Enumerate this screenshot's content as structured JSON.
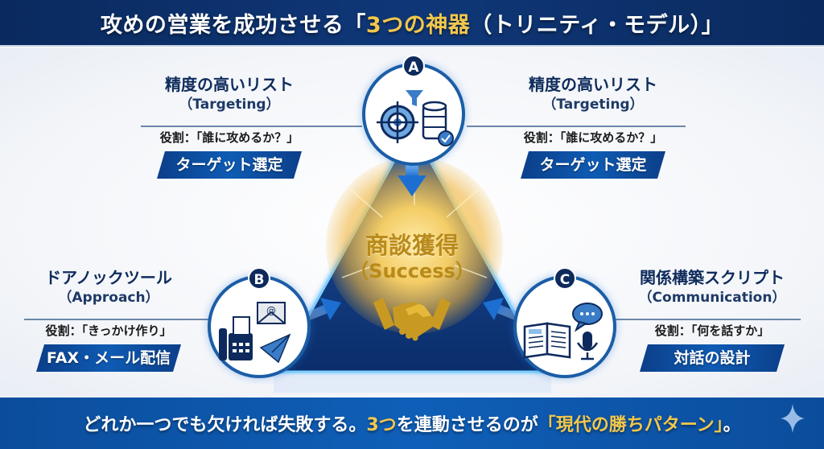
{
  "header": {
    "title_prefix": "攻めの営業を成功させる「",
    "title_highlight": "3つの神器",
    "title_suffix": "（トリニティ・モデル）」"
  },
  "center": {
    "title": "商談獲得",
    "subtitle": "（Success）",
    "icon": "handshake-icon",
    "glow_color": "#f3c84b"
  },
  "nodes": [
    {
      "badge": "A",
      "icons": [
        "target-icon",
        "filter-icon",
        "database-check-icon"
      ]
    },
    {
      "badge": "B",
      "icons": [
        "fax-icon",
        "email-icon",
        "paper-plane-icon"
      ]
    },
    {
      "badge": "C",
      "icons": [
        "book-icon",
        "chat-bubble-icon",
        "microphone-icon"
      ]
    }
  ],
  "blocks": {
    "top_left": {
      "title": "精度の高いリスト",
      "subtitle": "（Targeting）",
      "role": "役割：「誰に攻めるか？」",
      "badge": "ターゲット選定"
    },
    "top_right": {
      "title": "精度の高いリスト",
      "subtitle": "（Targeting）",
      "role": "役割：「誰に攻めるか？」",
      "badge": "ターゲット選定"
    },
    "bottom_left": {
      "title": "ドアノックツール",
      "subtitle": "（Approach）",
      "role": "役割：「きっかけ作り」",
      "badge": "FAX・メール配信"
    },
    "bottom_right": {
      "title": "関係構築スクリプト",
      "subtitle": "（Communication）",
      "role": "役割：「何を話すか」",
      "badge": "対話の設計"
    }
  },
  "footer": {
    "text_prefix": "どれか一つでも欠ければ失敗する。",
    "text_highlight_1": "3つ",
    "text_middle": "を連動させるのが",
    "text_highlight_2": "「現代の勝ちパターン」",
    "text_suffix": "。",
    "sparkle_icon": "sparkle-icon"
  },
  "colors": {
    "navy": "#0e2a5c",
    "blue": "#1b5da6",
    "gold": "#f3c84b",
    "gold_dark": "#b98a1a"
  }
}
